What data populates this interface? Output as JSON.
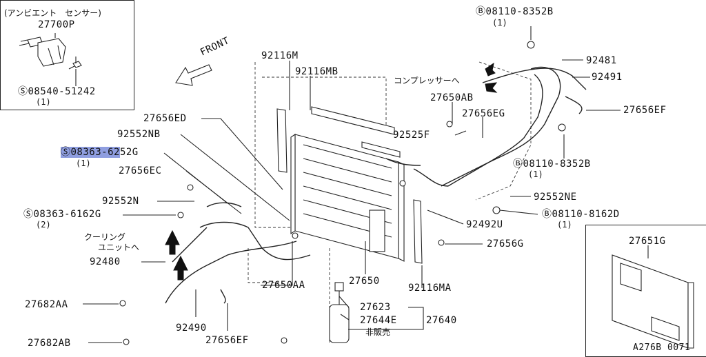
{
  "callouts": {
    "ambient_sensor_caption": "(アンビエント　センサー)",
    "sensor_part": "27700P",
    "sensor_screw": "Ⓢ08540-51242",
    "sensor_screw_qty": "(1)",
    "front": "FRONT",
    "p92116M": "92116M",
    "p92116MB": "92116MB",
    "p27656ED": "27656ED",
    "p92552NB": "92552NB",
    "p08363_62_prefix": "Ⓢ08363-62",
    "p08363_62_suffix": "52G",
    "p08363_62_qty": "(1)",
    "p27656EC": "27656EC",
    "p92552N": "92552N",
    "p08363_6162G": "Ⓢ08363-6162G",
    "p08363_6162G_qty": "(2)",
    "cooling_unit_1": "クーリング",
    "cooling_unit_2": "ユニットへ",
    "p92480": "92480",
    "p27682AA": "27682AA",
    "p27682AB": "27682AB",
    "p92490": "92490",
    "p27656EF_bottom": "27656EF",
    "p27650AA": "27650AA",
    "p27650": "27650",
    "p27623": "27623",
    "p27644E": "27644E",
    "p27640": "27640",
    "not_sold": "非販売",
    "p92116MA": "92116MA",
    "p27656G": "27656G",
    "p92492U": "92492U",
    "p08110_8162D": "Ⓑ08110-8162D",
    "p08110_8162D_qty": "(1)",
    "p92552NE": "92552NE",
    "p08110_8352B_mid": "Ⓑ08110-8352B",
    "p08110_8352B_mid_qty": "(1)",
    "p92525F": "92525F",
    "p27656EG": "27656EG",
    "p27650AB": "27650AB",
    "compressor": "コンプレッサーへ",
    "p27656EF_top": "27656EF",
    "p92491": "92491",
    "p92481": "92481",
    "p08110_8352B_top": "Ⓑ08110-8352B",
    "p08110_8352B_top_qty": "(1)",
    "p27651G": "27651G",
    "diagram_code": "A276B 0071"
  }
}
